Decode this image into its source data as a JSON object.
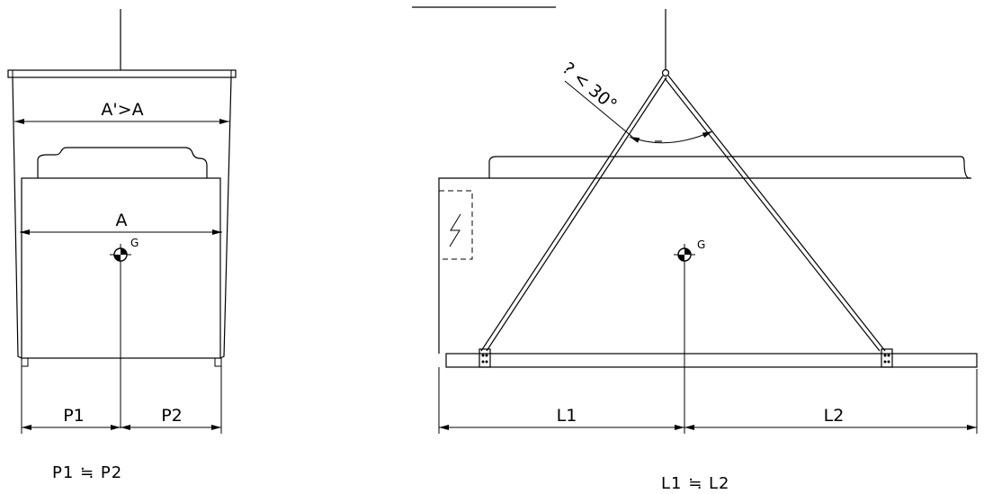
{
  "left_view": {
    "sling_width_label": "A'>A",
    "load_width_label": "A",
    "cog_label": "G",
    "left_distance_label": "P1",
    "right_distance_label": "P2",
    "condition_caption": "P1 ≒ P2"
  },
  "right_view": {
    "angle_label": "? < 30°",
    "cog_label": "G",
    "left_distance_label": "L1",
    "right_distance_label": "L2",
    "condition_caption": "L1 ≒ L2"
  }
}
